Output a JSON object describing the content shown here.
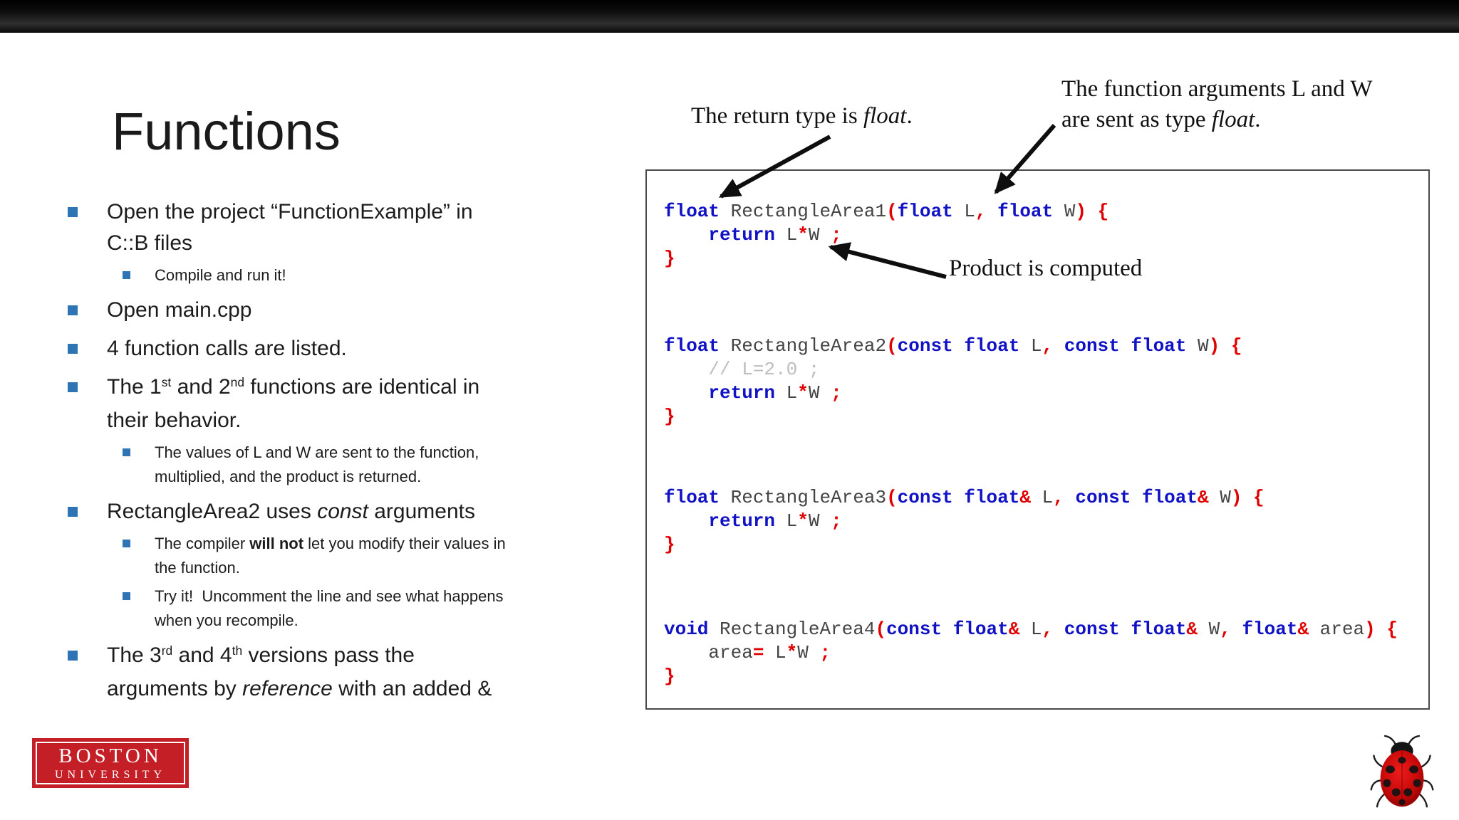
{
  "slide": {
    "title": "Functions"
  },
  "colors": {
    "bullet_accent": "#2e74b5",
    "code_keyword": "#1012c4",
    "code_punct": "#e00000",
    "code_name": "#444444",
    "code_comment": "#bdbdbd",
    "bu_red": "#c41e26"
  },
  "bullets": [
    {
      "level": 1,
      "segments": [
        {
          "t": "Open the project “FunctionExample” in C::B files"
        }
      ]
    },
    {
      "level": 2,
      "segments": [
        {
          "t": "Compile and run it!"
        }
      ]
    },
    {
      "level": 1,
      "segments": [
        {
          "t": "Open main.cpp"
        }
      ]
    },
    {
      "level": 1,
      "segments": [
        {
          "t": "4 function calls are listed."
        }
      ]
    },
    {
      "level": 1,
      "segments": [
        {
          "t": "The 1"
        },
        {
          "t": "st",
          "s": "sup"
        },
        {
          "t": " and 2"
        },
        {
          "t": "nd",
          "s": "sup"
        },
        {
          "t": " functions are identical in their behavior."
        }
      ]
    },
    {
      "level": 2,
      "segments": [
        {
          "t": "The values of L and W are sent to the function, multiplied, and the product is returned."
        }
      ]
    },
    {
      "level": 1,
      "segments": [
        {
          "t": "RectangleArea2 uses "
        },
        {
          "t": "const",
          "s": "i"
        },
        {
          "t": " arguments"
        }
      ]
    },
    {
      "level": 2,
      "segments": [
        {
          "t": "The compiler "
        },
        {
          "t": "will not",
          "s": "b"
        },
        {
          "t": " let you modify their values in the function."
        }
      ]
    },
    {
      "level": 2,
      "segments": [
        {
          "t": "Try it!  Uncomment the line and see what happens when you recompile."
        }
      ]
    },
    {
      "level": 1,
      "segments": [
        {
          "t": "The 3"
        },
        {
          "t": "rd",
          "s": "sup"
        },
        {
          "t": " and 4"
        },
        {
          "t": "th",
          "s": "sup"
        },
        {
          "t": " versions pass the arguments by "
        },
        {
          "t": "reference",
          "s": "i"
        },
        {
          "t": " with an added &"
        }
      ]
    }
  ],
  "annotations": [
    {
      "id": "return-type",
      "segments": [
        {
          "t": "The return type is "
        },
        {
          "t": "float",
          "s": "i"
        },
        {
          "t": "."
        }
      ]
    },
    {
      "id": "arguments",
      "segments": [
        {
          "t": "The function arguments L and W are sent as type "
        },
        {
          "t": "float",
          "s": "i"
        },
        {
          "t": "."
        }
      ]
    },
    {
      "id": "product",
      "segments": [
        {
          "t": "Product is computed"
        }
      ]
    }
  ],
  "code": {
    "blocks": [
      {
        "lines": [
          [
            {
              "t": "float",
              "c": "k"
            },
            {
              "t": " RectangleArea1",
              "c": "n"
            },
            {
              "t": "(",
              "c": "p"
            },
            {
              "t": "float",
              "c": "k"
            },
            {
              "t": " L",
              "c": "n"
            },
            {
              "t": ",",
              "c": "p"
            },
            {
              "t": " ",
              "c": "n"
            },
            {
              "t": "float",
              "c": "k"
            },
            {
              "t": " W",
              "c": "n"
            },
            {
              "t": ")",
              "c": "p"
            },
            {
              "t": " ",
              "c": "n"
            },
            {
              "t": "{",
              "c": "p"
            }
          ],
          [
            {
              "t": "    ",
              "c": "n"
            },
            {
              "t": "return",
              "c": "k"
            },
            {
              "t": " L",
              "c": "n"
            },
            {
              "t": "*",
              "c": "p"
            },
            {
              "t": "W",
              "c": "n"
            },
            {
              "t": " ;",
              "c": "p"
            }
          ],
          [
            {
              "t": "}",
              "c": "p"
            }
          ]
        ]
      },
      {
        "lines": [
          [
            {
              "t": "float",
              "c": "k"
            },
            {
              "t": " RectangleArea2",
              "c": "n"
            },
            {
              "t": "(",
              "c": "p"
            },
            {
              "t": "const float",
              "c": "k"
            },
            {
              "t": " L",
              "c": "n"
            },
            {
              "t": ",",
              "c": "p"
            },
            {
              "t": " ",
              "c": "n"
            },
            {
              "t": "const float",
              "c": "k"
            },
            {
              "t": " W",
              "c": "n"
            },
            {
              "t": ")",
              "c": "p"
            },
            {
              "t": " ",
              "c": "n"
            },
            {
              "t": "{",
              "c": "p"
            }
          ],
          [
            {
              "t": "    ",
              "c": "n"
            },
            {
              "t": "// L=2.0 ;",
              "c": "c"
            }
          ],
          [
            {
              "t": "    ",
              "c": "n"
            },
            {
              "t": "return",
              "c": "k"
            },
            {
              "t": " L",
              "c": "n"
            },
            {
              "t": "*",
              "c": "p"
            },
            {
              "t": "W",
              "c": "n"
            },
            {
              "t": " ;",
              "c": "p"
            }
          ],
          [
            {
              "t": "}",
              "c": "p"
            }
          ]
        ]
      },
      {
        "lines": [
          [
            {
              "t": "float",
              "c": "k"
            },
            {
              "t": " RectangleArea3",
              "c": "n"
            },
            {
              "t": "(",
              "c": "p"
            },
            {
              "t": "const float",
              "c": "k"
            },
            {
              "t": "&",
              "c": "p"
            },
            {
              "t": " L",
              "c": "n"
            },
            {
              "t": ",",
              "c": "p"
            },
            {
              "t": " ",
              "c": "n"
            },
            {
              "t": "const float",
              "c": "k"
            },
            {
              "t": "&",
              "c": "p"
            },
            {
              "t": " W",
              "c": "n"
            },
            {
              "t": ")",
              "c": "p"
            },
            {
              "t": " ",
              "c": "n"
            },
            {
              "t": "{",
              "c": "p"
            }
          ],
          [
            {
              "t": "    ",
              "c": "n"
            },
            {
              "t": "return",
              "c": "k"
            },
            {
              "t": " L",
              "c": "n"
            },
            {
              "t": "*",
              "c": "p"
            },
            {
              "t": "W",
              "c": "n"
            },
            {
              "t": " ;",
              "c": "p"
            }
          ],
          [
            {
              "t": "}",
              "c": "p"
            }
          ]
        ]
      },
      {
        "lines": [
          [
            {
              "t": "void",
              "c": "k"
            },
            {
              "t": " RectangleArea4",
              "c": "n"
            },
            {
              "t": "(",
              "c": "p"
            },
            {
              "t": "const float",
              "c": "k"
            },
            {
              "t": "&",
              "c": "p"
            },
            {
              "t": " L",
              "c": "n"
            },
            {
              "t": ",",
              "c": "p"
            },
            {
              "t": " ",
              "c": "n"
            },
            {
              "t": "const float",
              "c": "k"
            },
            {
              "t": "&",
              "c": "p"
            },
            {
              "t": " W",
              "c": "n"
            },
            {
              "t": ",",
              "c": "p"
            },
            {
              "t": " ",
              "c": "n"
            },
            {
              "t": "float",
              "c": "k"
            },
            {
              "t": "&",
              "c": "p"
            },
            {
              "t": " area",
              "c": "n"
            },
            {
              "t": ")",
              "c": "p"
            },
            {
              "t": " ",
              "c": "n"
            },
            {
              "t": "{",
              "c": "p"
            }
          ],
          [
            {
              "t": "    ",
              "c": "n"
            },
            {
              "t": "area",
              "c": "n"
            },
            {
              "t": "=",
              "c": "p"
            },
            {
              "t": " L",
              "c": "n"
            },
            {
              "t": "*",
              "c": "p"
            },
            {
              "t": "W",
              "c": "n"
            },
            {
              "t": " ;",
              "c": "p"
            }
          ],
          [
            {
              "t": "}",
              "c": "p"
            }
          ]
        ]
      }
    ]
  },
  "logo": {
    "line1": "BOSTON",
    "line2": "UNIVERSITY"
  }
}
